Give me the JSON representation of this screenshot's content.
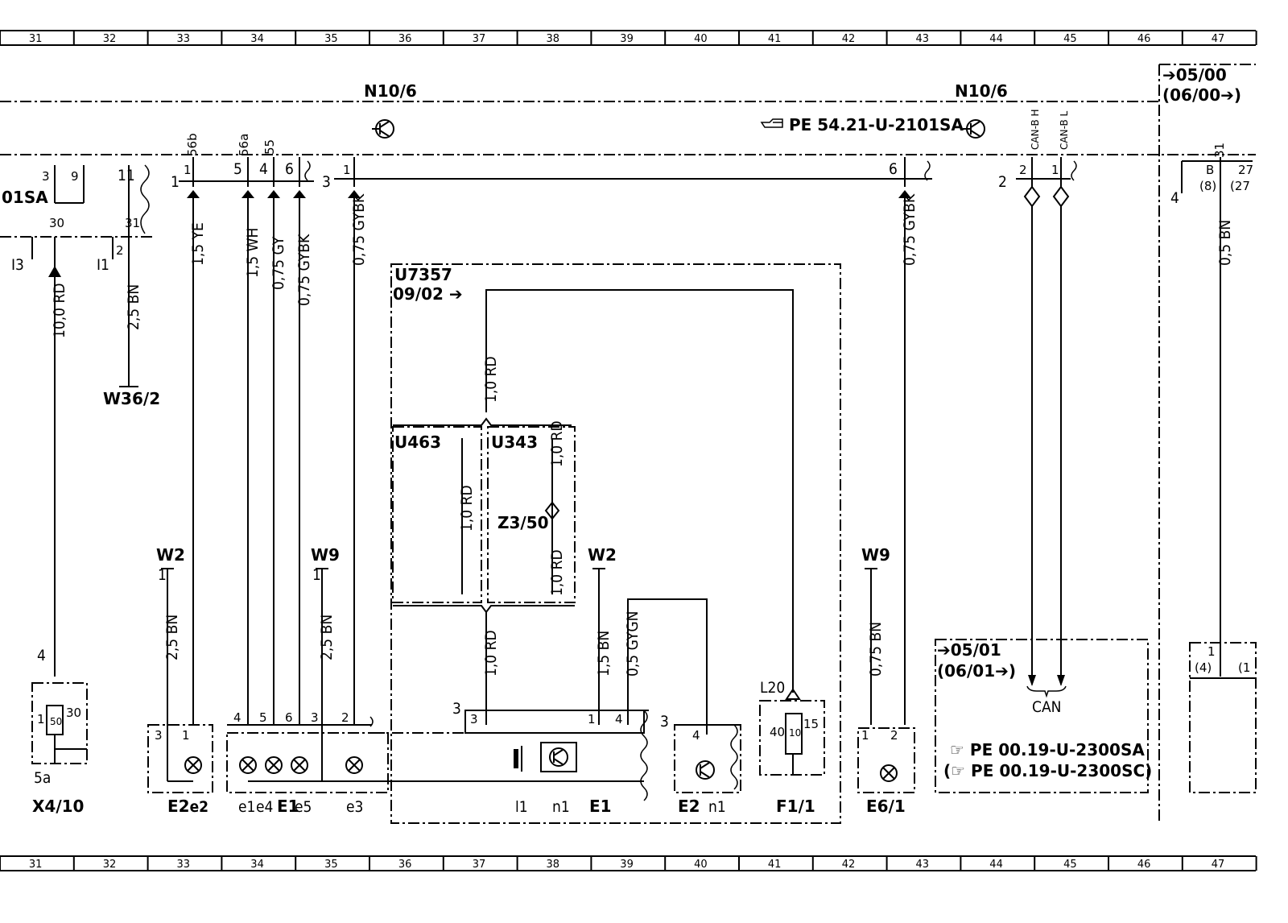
{
  "grid_columns": [
    "31",
    "32",
    "33",
    "34",
    "35",
    "36",
    "37",
    "38",
    "39",
    "40",
    "41",
    "42",
    "43",
    "44",
    "45",
    "46",
    "47"
  ],
  "modules": {
    "n10_6_left": "N10/6",
    "n10_6_right": "N10/6",
    "ref_pe_left": "PE 54.21-U-2101SA",
    "ref_pe_sa": "PE 00.19-U-2300SA",
    "ref_pe_sc": "PE 00.19-U-2300SC)",
    "ref_sa_fragment": "01SA",
    "u7357": "U7357",
    "u7357_date": "09/02",
    "u463": "U463",
    "u343": "U343",
    "z3_50": "Z3/50",
    "can": "CAN",
    "can_b_h": "CAN-B H",
    "can_b_l": "CAN-B L",
    "date_0500": "05/00",
    "date_0600": "(06/00",
    "date_0501": "05/01",
    "date_0601": "(06/01",
    "ref_prefix": "(",
    "ref_num_8": "(8)",
    "ref_num_27": "(27",
    "ref_num_4": "(4)",
    "ref_num_1": "(1"
  },
  "wires": {
    "w_10rd": "10,0 RD",
    "w_25bn_a": "2,5 BN",
    "w_15ye": "1,5 YE",
    "w_15wh": "1,5 WH",
    "w_075gy": "0,75 GY",
    "w_075gybk_a": "0,75 GYBK",
    "w_075gybk_b": "0,75 GYBK",
    "w_075gybk_c": "0,75 GYBK",
    "w_10rd_a": "1,0 RD",
    "w_10rd_b": "1,0 RD",
    "w_10rd_c": "1,0 RD",
    "w_10rd_d": "1,0 RD",
    "w_10rd_e": "1,0 RD",
    "w_25bn_b": "2,5 BN",
    "w_25bn_c": "2,5 BN",
    "w_15bn": "1,5 BN",
    "w_05gygn": "0,5 GYGN",
    "w_075bn": "0,75 BN",
    "w_05bn": "0,5 BN"
  },
  "ground_points": {
    "w36_2": "W36/2",
    "w2_a": "W2",
    "w9_a": "W9",
    "w2_b": "W2",
    "w9_b": "W9"
  },
  "pins": {
    "p56b": "56b",
    "p56a": "56a",
    "p55": "55",
    "p31": "31",
    "p30": "30",
    "n1": "1",
    "n2": "2",
    "n3": "3",
    "n4": "4",
    "n5": "5",
    "n6": "6",
    "n9": "9",
    "n11": "11",
    "n15": "15",
    "n40": "40",
    "n10": "10",
    "n50": "50",
    "p5a": "5a",
    "pB": "B",
    "p27": "27",
    "i1": "I1",
    "i3": "I3",
    "l20": "L20"
  },
  "components": {
    "x4_10": "X4/10",
    "e2": "E2",
    "e2_sub": "e2",
    "e1_sub1": "e1",
    "e1_sub4": "e4",
    "e1": "E1",
    "e1_sub5": "e5",
    "e3": "e3",
    "l1": "l1",
    "n1": "n1",
    "e1b": "E1",
    "e2b": "E2",
    "n1b": "n1",
    "f1_1": "F1/1",
    "e6_1": "E6/1"
  }
}
